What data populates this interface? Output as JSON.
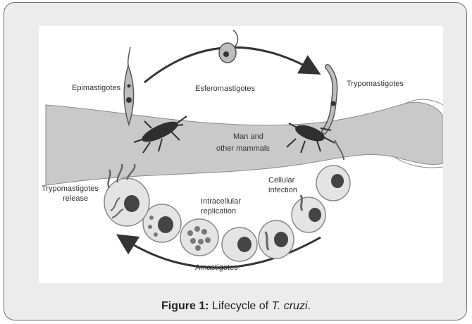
{
  "figure": {
    "labels": {
      "epimastigotes": "Epimastigotes",
      "esferomastigotes": "Esferomastigotes",
      "trypomastigotes": "Trypomastigotes",
      "host_line1": "Man and",
      "host_line2": "other mammals",
      "cellular_line1": "Cellular",
      "cellular_line2": "infection",
      "intracellular_line1": "Intracellular",
      "intracellular_line2": "replication",
      "release_line1": "Trypomastigotes",
      "release_line2": "release",
      "amastigotes": "Amastigotes"
    }
  },
  "caption": {
    "prefix": "Figure 1:",
    "text": " Lifecycle of ",
    "species": "T. cruzi",
    "suffix": "."
  }
}
